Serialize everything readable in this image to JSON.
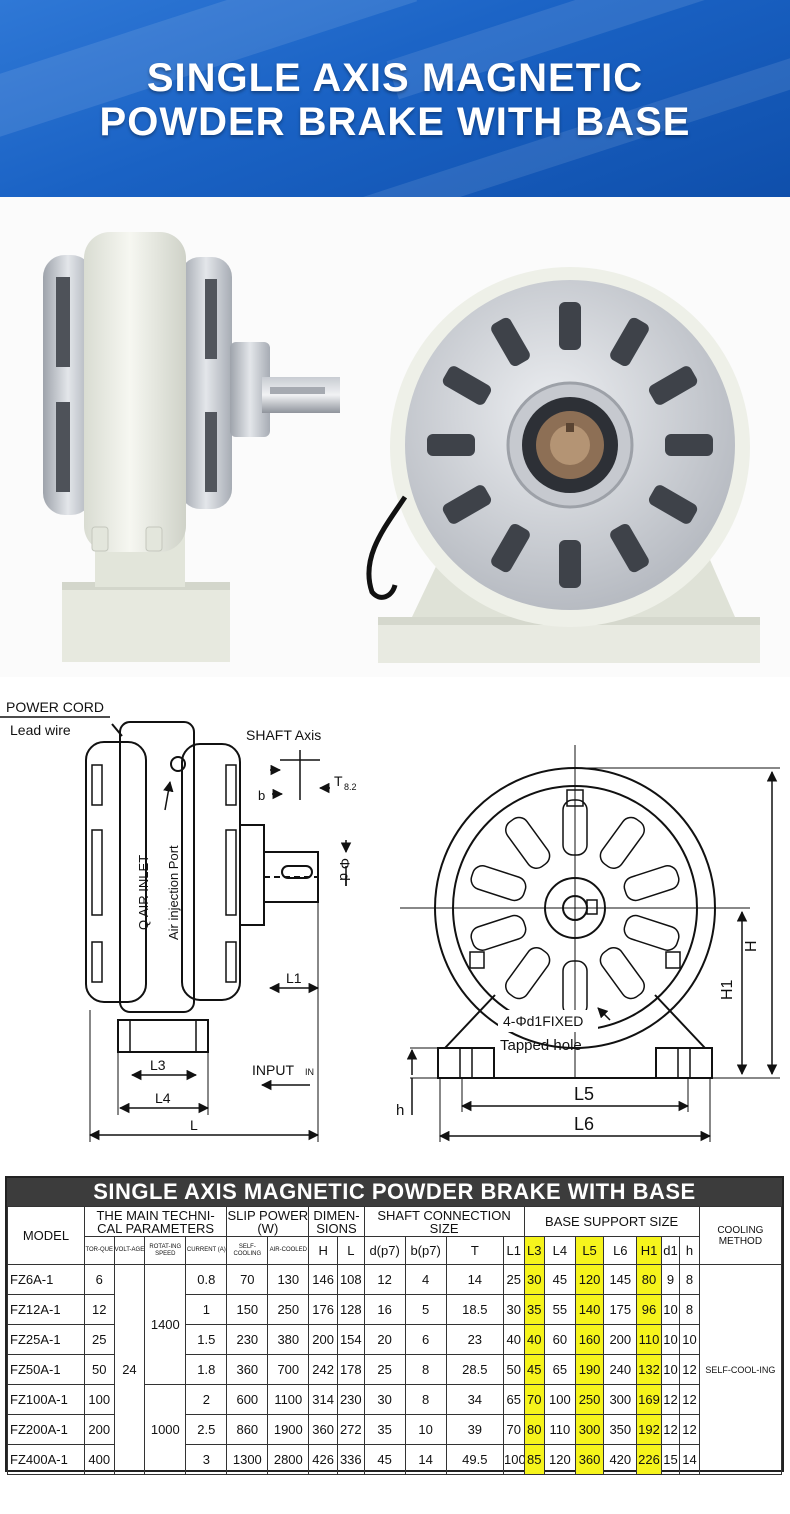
{
  "banner": {
    "line1": "SINGLE AXIS MAGNETIC",
    "line2": "POWDER BRAKE WITH BASE"
  },
  "side_view": {
    "power_cord": "POWER CORD",
    "lead_wire": "Lead wire",
    "air_inlet": "Q AIR INLET",
    "air_port": "Air injection Port",
    "shaft_axis": "SHAFT  Axis",
    "b": "b",
    "t": "T",
    "t_sub": "8.2",
    "phi_d": "Φ d",
    "l1": "L1",
    "l3": "L3",
    "l4": "L4",
    "l": "L",
    "input": "INPUT",
    "input_sub": "IN"
  },
  "front_view": {
    "fixed": "4-Φd1FIXED",
    "tapped": "Tapped hole",
    "h": "H",
    "h1": "H1",
    "h_small": "h",
    "l5": "L5",
    "l6": "L6"
  },
  "table": {
    "title": "SINGLE AXIS MAGNETIC POWDER BRAKE WITH BASE",
    "model": "MODEL",
    "main_params": "THE MAIN TECHNI-CAL PARAMETERS",
    "slip_power": "SLIP POWER (W)",
    "dimensions": "DIMEN-SIONS",
    "shaft": "SHAFT CONNECTION SIZE",
    "base": "BASE SUPPORT SIZE",
    "cooling": "COOLING METHOD",
    "torque": "TOR-QUE",
    "voltage": "VOLT-AGE",
    "rotating": "ROTAT-ING SPEED",
    "current": "CURRENT (A)",
    "self_cooling": "SELF-COOLING",
    "air_cooled": "AIR-COOLED",
    "col_H": "H",
    "col_L": "L",
    "col_d": "d(p7)",
    "col_b": "b(p7)",
    "col_T": "T",
    "col_L1": "L1",
    "col_L3": "L3",
    "col_L4": "L4",
    "col_L5": "L5",
    "col_L6": "L6",
    "col_H1": "H1",
    "col_d1": "d1",
    "col_h": "h",
    "voltage_val": "24",
    "speed_a": "1400",
    "speed_b": "1000",
    "cooling_val": "SELF-COOL-ING",
    "rows": [
      {
        "model": "FZ6A-1",
        "torque": "6",
        "current": "0.8",
        "self": "70",
        "air": "130",
        "H": "146",
        "L": "108",
        "d": "12",
        "b": "4",
        "T": "14",
        "L1": "25",
        "L3": "30",
        "L4": "45",
        "L5": "120",
        "L6": "145",
        "H1": "80",
        "d1": "9",
        "h": "8"
      },
      {
        "model": "FZ12A-1",
        "torque": "12",
        "current": "1",
        "self": "150",
        "air": "250",
        "H": "176",
        "L": "128",
        "d": "16",
        "b": "5",
        "T": "18.5",
        "L1": "30",
        "L3": "35",
        "L4": "55",
        "L5": "140",
        "L6": "175",
        "H1": "96",
        "d1": "10",
        "h": "8"
      },
      {
        "model": "FZ25A-1",
        "torque": "25",
        "current": "1.5",
        "self": "230",
        "air": "380",
        "H": "200",
        "L": "154",
        "d": "20",
        "b": "6",
        "T": "23",
        "L1": "40",
        "L3": "40",
        "L4": "60",
        "L5": "160",
        "L6": "200",
        "H1": "110",
        "d1": "10",
        "h": "10"
      },
      {
        "model": "FZ50A-1",
        "torque": "50",
        "current": "1.8",
        "self": "360",
        "air": "700",
        "H": "242",
        "L": "178",
        "d": "25",
        "b": "8",
        "T": "28.5",
        "L1": "50",
        "L3": "45",
        "L4": "65",
        "L5": "190",
        "L6": "240",
        "H1": "132",
        "d1": "10",
        "h": "12"
      },
      {
        "model": "FZ100A-1",
        "torque": "100",
        "current": "2",
        "self": "600",
        "air": "1100",
        "H": "314",
        "L": "230",
        "d": "30",
        "b": "8",
        "T": "34",
        "L1": "65",
        "L3": "70",
        "L4": "100",
        "L5": "250",
        "L6": "300",
        "H1": "169",
        "d1": "12",
        "h": "12"
      },
      {
        "model": "FZ200A-1",
        "torque": "200",
        "current": "2.5",
        "self": "860",
        "air": "1900",
        "H": "360",
        "L": "272",
        "d": "35",
        "b": "10",
        "T": "39",
        "L1": "70",
        "L3": "80",
        "L4": "110",
        "L5": "300",
        "L6": "350",
        "H1": "192",
        "d1": "12",
        "h": "12"
      },
      {
        "model": "FZ400A-1",
        "torque": "400",
        "current": "3",
        "self": "1300",
        "air": "2800",
        "H": "426",
        "L": "336",
        "d": "45",
        "b": "14",
        "T": "49.5",
        "L1": "100",
        "L3": "85",
        "L4": "120",
        "L5": "360",
        "L6": "420",
        "H1": "226",
        "d1": "15",
        "h": "14"
      }
    ]
  },
  "colors": {
    "banner_blue": "#1a62c4",
    "table_header": "#3c3c3c",
    "highlight_yellow": "#f6f41c",
    "housing_white": "#ecefe6",
    "casting_silver": "#c9ccd2"
  }
}
